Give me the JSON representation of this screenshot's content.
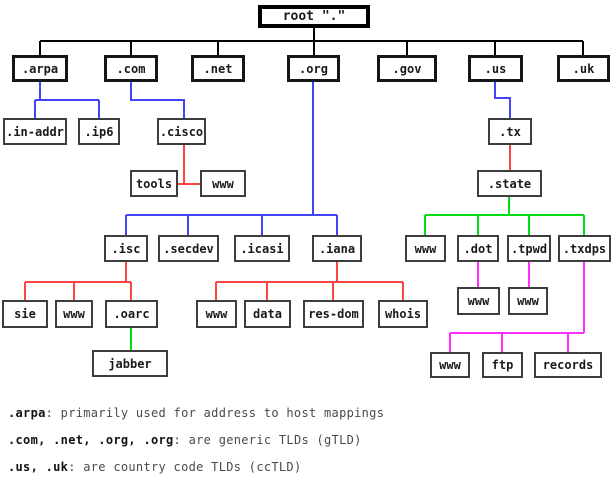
{
  "diagram": {
    "nodes": {
      "root": "root \".\"",
      "arpa": ".arpa",
      "com": ".com",
      "net": ".net",
      "org": ".org",
      "gov": ".gov",
      "us": ".us",
      "uk": ".uk",
      "in_addr": ".in-addr",
      "ip6": ".ip6",
      "cisco": ".cisco",
      "tx": ".tx",
      "tools": "tools",
      "www_cisco": "www",
      "state": ".state",
      "isc": ".isc",
      "secdev": ".secdev",
      "icasi": ".icasi",
      "iana": ".iana",
      "www_state": "www",
      "dot": ".dot",
      "tpwd": ".tpwd",
      "txdps": ".txdps",
      "sie": "sie",
      "www_isc": "www",
      "oarc": ".oarc",
      "www_iana": "www",
      "data_node": "data",
      "res_dom": "res-dom",
      "whois": "whois",
      "www_dot": "www",
      "www_tpwd": "www",
      "jabber": "jabber",
      "www_txdps": "www",
      "ftp": "ftp",
      "records": "records"
    },
    "colors": {
      "black": "#000000",
      "blue": "#4343fa",
      "red": "#ff4444",
      "green": "#00dd11",
      "magenta": "#ff2eff"
    }
  },
  "legend": {
    "line1": {
      "term": ".arpa",
      "rest": ": primarily used for address to host mappings"
    },
    "line2": {
      "term": ".com, .net, .org, .org",
      "rest": ": are generic TLDs (gTLD)"
    },
    "line3": {
      "term": ".us, .uk",
      "rest": ": are country code TLDs (ccTLD)"
    }
  }
}
